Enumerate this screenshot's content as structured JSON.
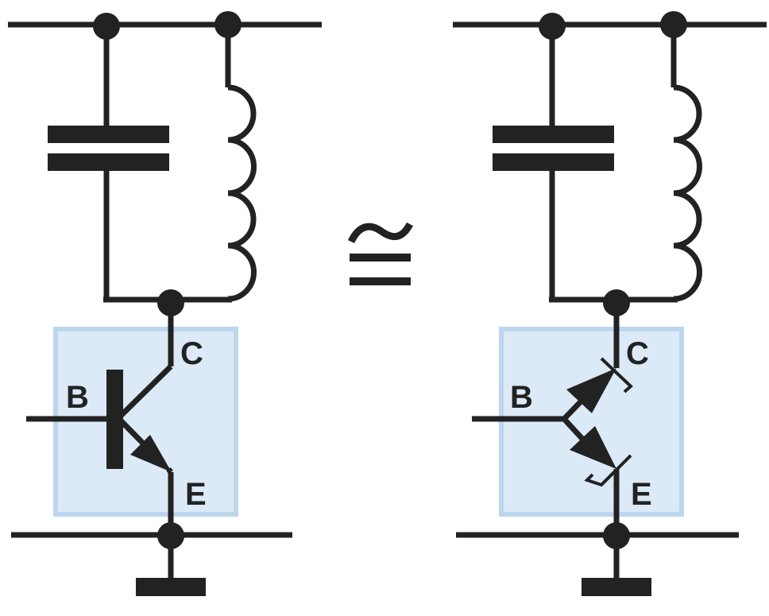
{
  "labels": {
    "left_collector": "C",
    "left_base": "B",
    "left_emitter": "E",
    "right_collector": "C",
    "right_base": "B",
    "right_emitter": "E"
  },
  "colors": {
    "wire": "#222222",
    "box_fill": "#dce9f7",
    "box_border": "#bdd6ee"
  }
}
